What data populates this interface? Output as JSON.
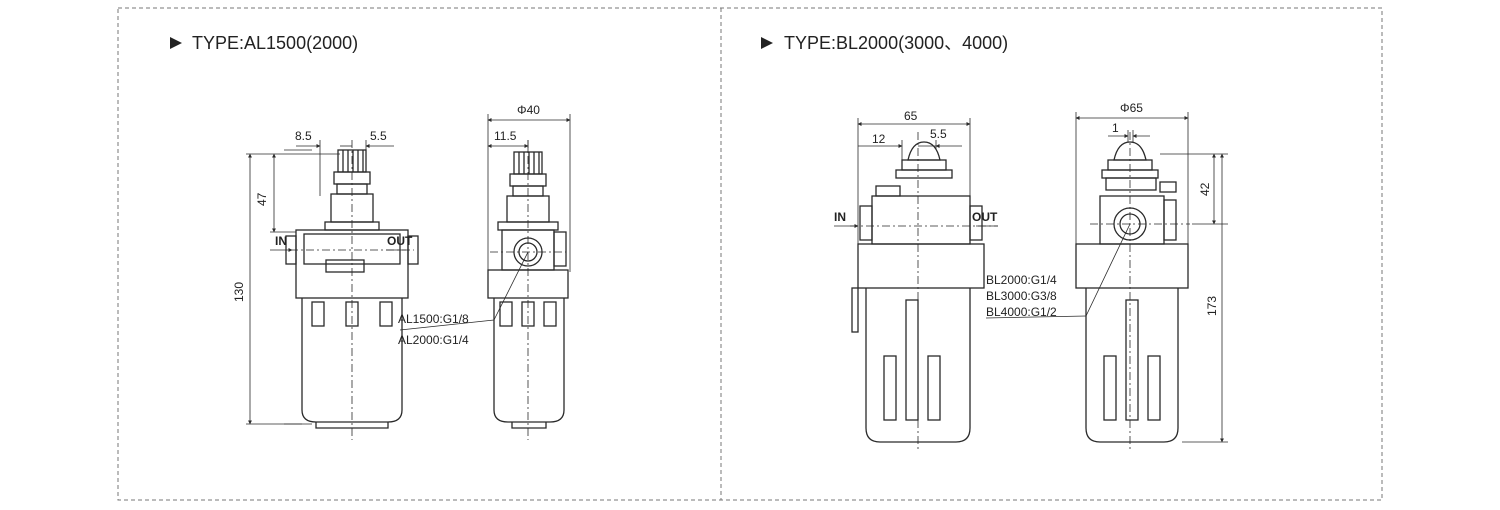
{
  "panels": [
    {
      "title": "TYPE:AL1500(2000)",
      "dims": {
        "d1": "8.5",
        "d2": "5.5",
        "h47": "47",
        "h130": "130",
        "dia": "Φ40",
        "d3": "11.5"
      },
      "ports": {
        "in": "IN",
        "out": "OUT"
      },
      "notes": [
        "AL1500:G1/8",
        "AL2000:G1/4"
      ]
    },
    {
      "title": "TYPE:BL2000(3000、4000)",
      "dims": {
        "w65": "65",
        "d12": "12",
        "d55": "5.5",
        "dia": "Φ65",
        "d1": "1",
        "h42": "42",
        "h173": "173"
      },
      "ports": {
        "in": "IN",
        "out": "OUT"
      },
      "notes": [
        "BL2000:G1/4",
        "BL3000:G3/8",
        "BL4000:G1/2"
      ]
    }
  ],
  "colors": {
    "line": "#2a2a2a",
    "frame": "#777777"
  }
}
